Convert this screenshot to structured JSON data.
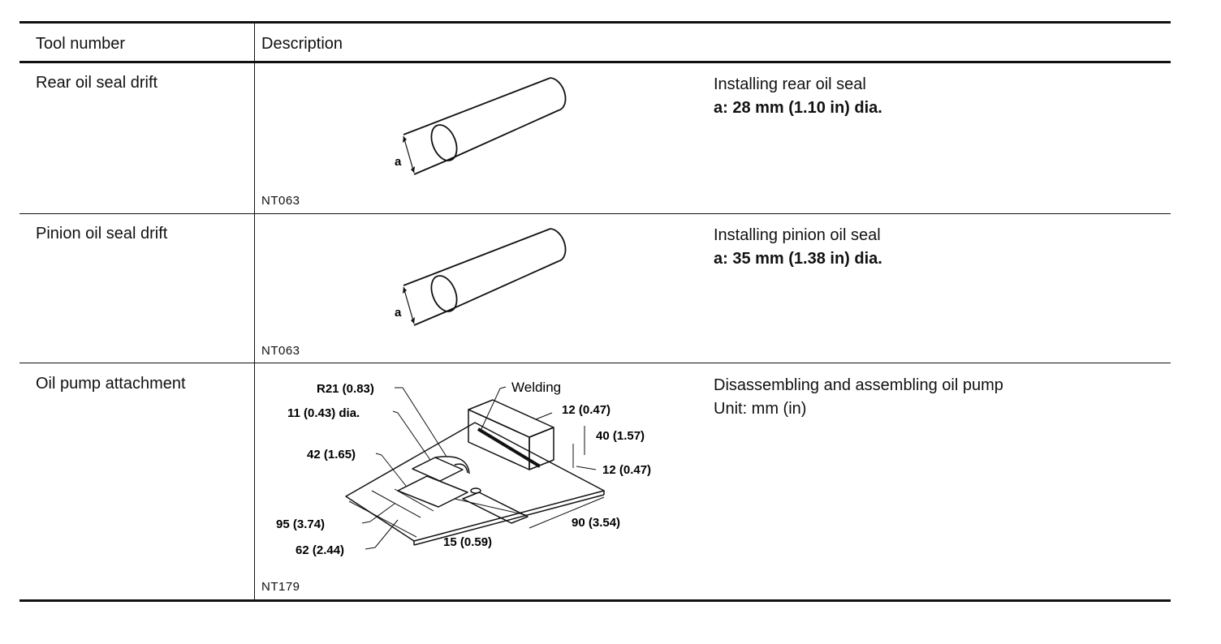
{
  "table": {
    "headers": {
      "tool_number": "Tool number",
      "description": "Description"
    },
    "rows": [
      {
        "tool": "Rear oil seal drift",
        "purpose": "Installing rear oil seal",
        "spec": "a: 28 mm (1.10 in) dia.",
        "figure_code": "NT063",
        "figure_label": "a"
      },
      {
        "tool": "Pinion oil seal drift",
        "purpose": "Installing pinion oil seal",
        "spec": "a: 35 mm (1.38 in) dia.",
        "figure_code": "NT063",
        "figure_label": "a"
      },
      {
        "tool": "Oil pump attachment",
        "purpose": "Disassembling and assembling oil pump",
        "unit": "Unit: mm (in)",
        "figure_code": "NT179",
        "dims": {
          "r21": "R21 (0.83)",
          "hole": "11 (0.43) dia.",
          "welding": "Welding",
          "top12": "12 (0.47)",
          "h40": "40 (1.57)",
          "side12": "12 (0.47)",
          "d42": "42 (1.65)",
          "d95": "95 (3.74)",
          "d62": "62 (2.44)",
          "d15": "15 (0.59)",
          "d90": "90 (3.54)"
        }
      }
    ]
  }
}
